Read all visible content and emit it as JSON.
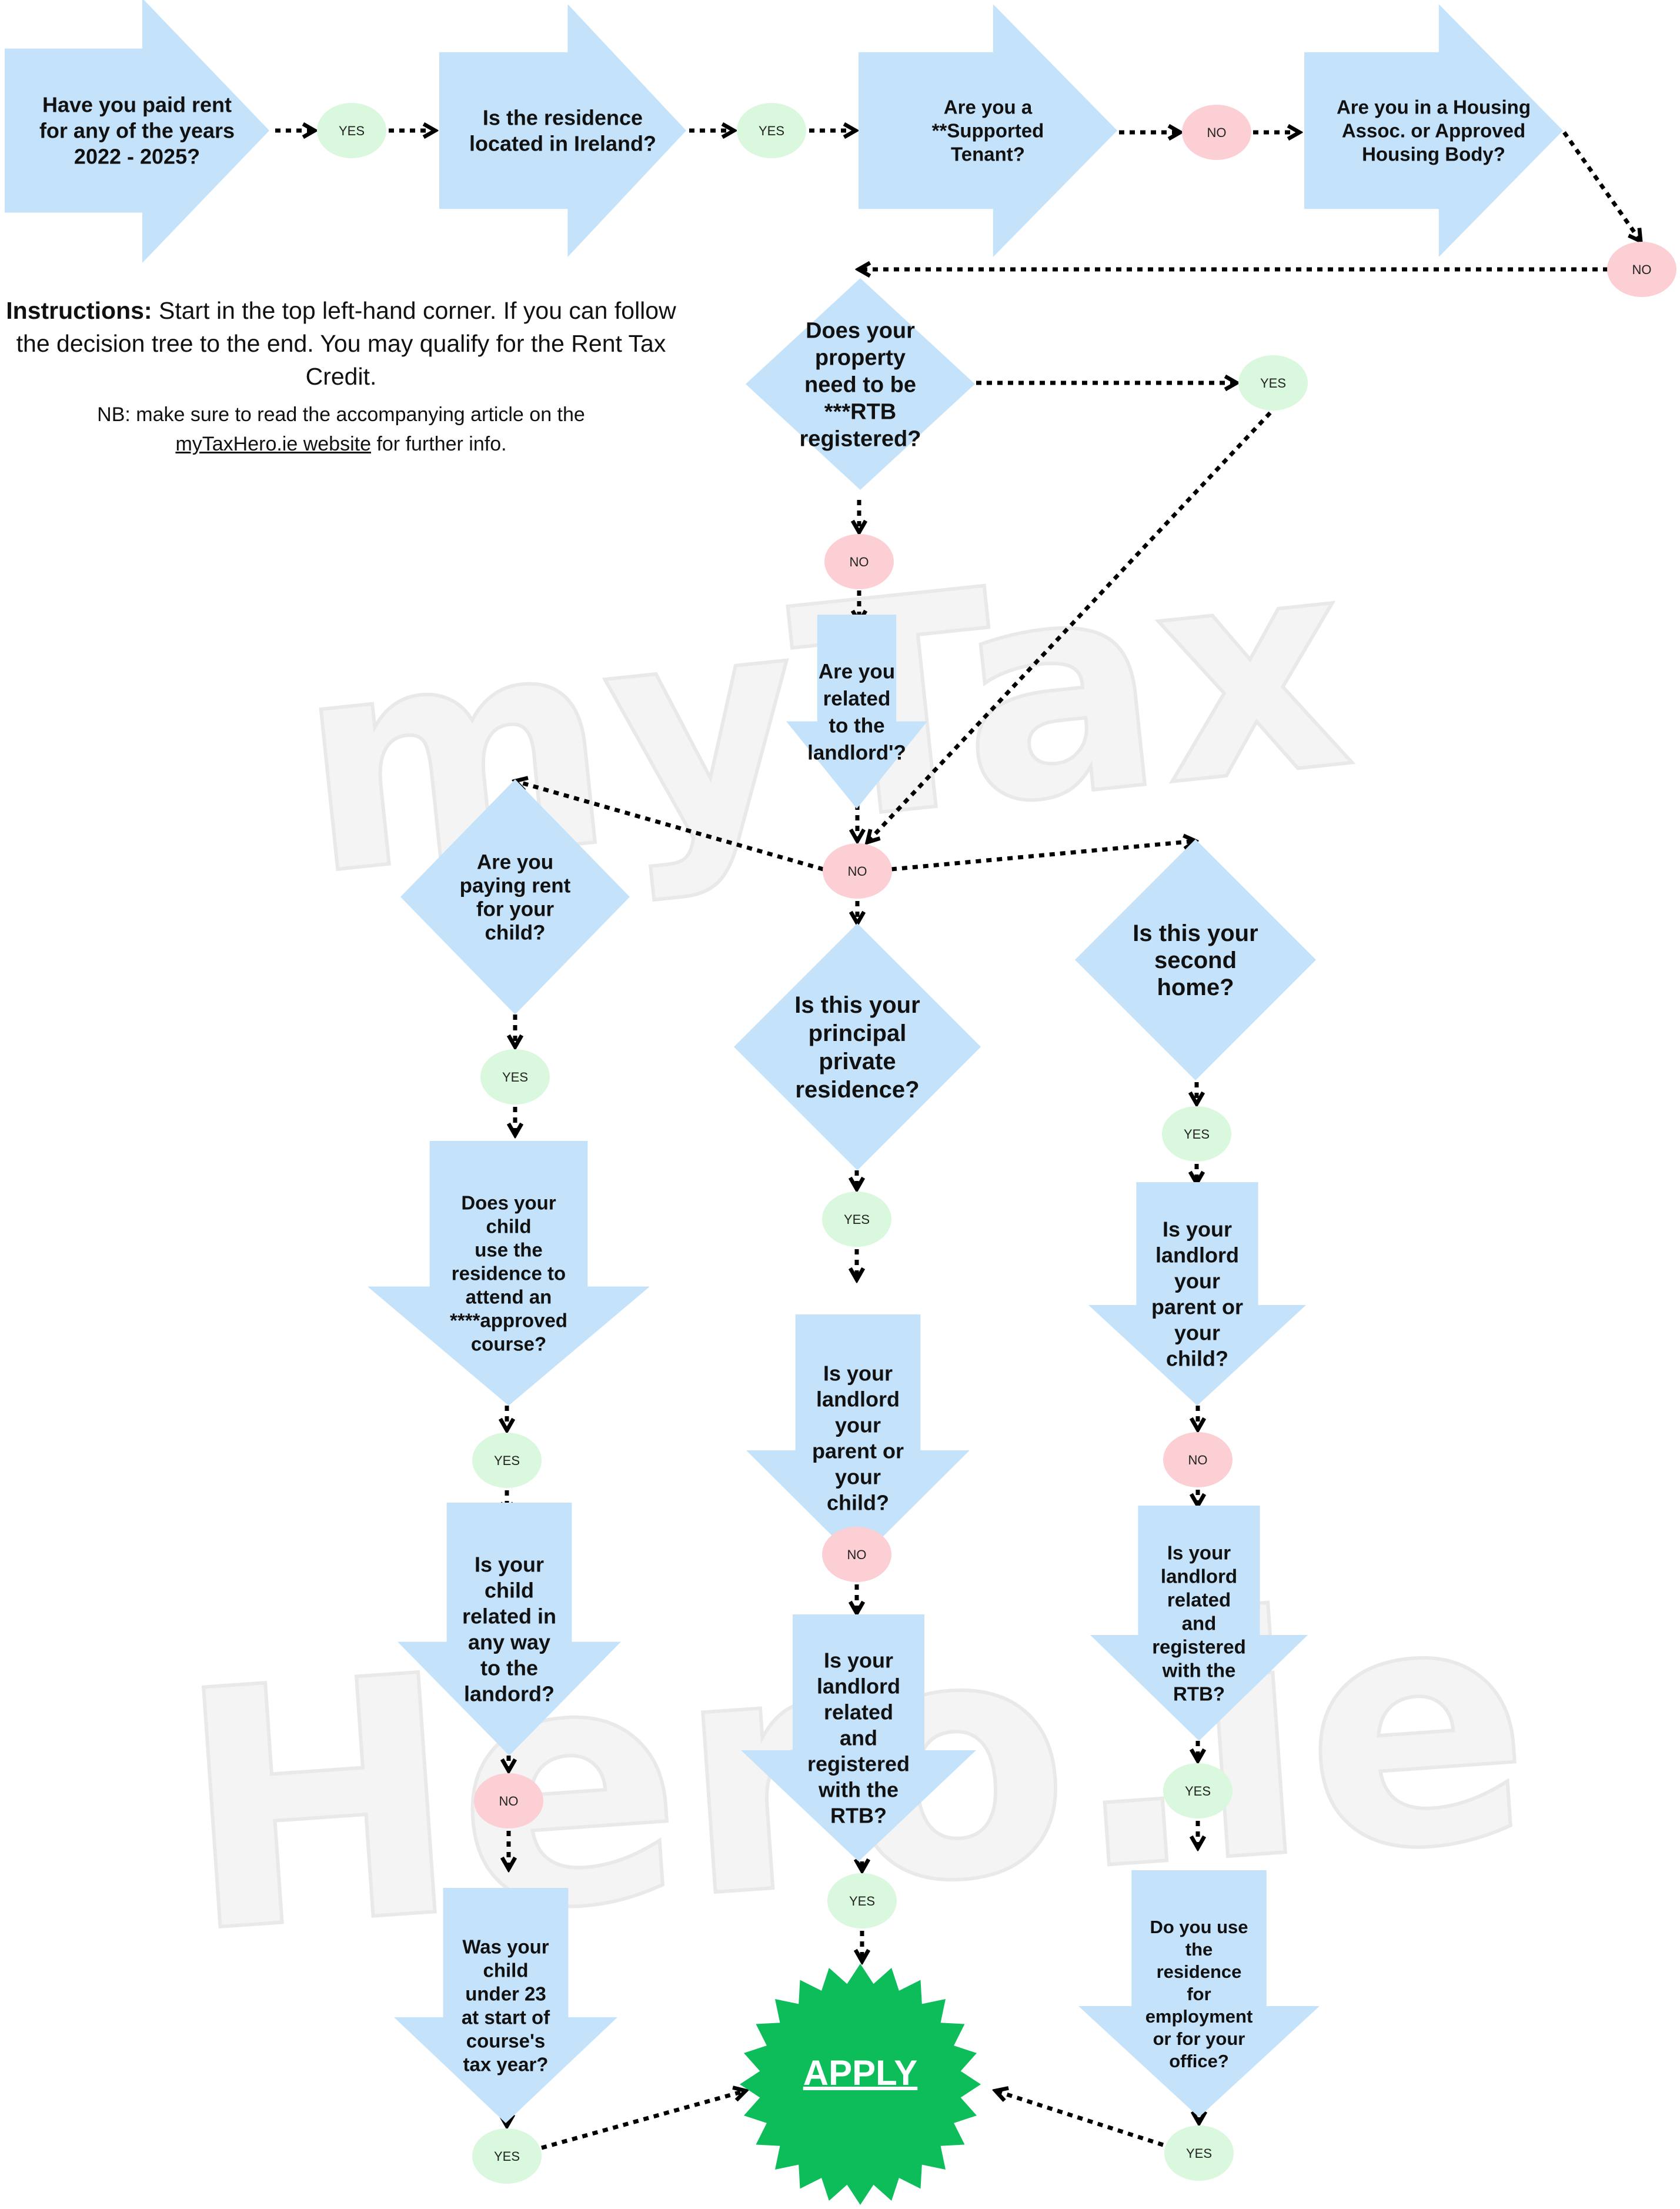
{
  "instructions": {
    "label": "Instructions:",
    "text": "Start in the top left-hand corner. If you can follow the decision tree to the end. You may qualify for the Rent Tax Credit.",
    "nb_prefix": "NB: make sure to read the accompanying article on the",
    "nb_link": "myTaxHero.ie website",
    "nb_suffix": "for further info."
  },
  "watermark": {
    "top": "myTax",
    "bottom": "Hero.ie"
  },
  "colors": {
    "shape_fill": "#c4e3fb",
    "yes_fill": "#d9f8dd",
    "no_fill": "#fbcfd4",
    "apply_fill": "#0dbd5a",
    "arrow": "#000000"
  },
  "nodes": [
    {
      "id": "q1",
      "shape": "arrow-right",
      "lines": [
        "Have you paid rent",
        "for any of the years",
        "2022 - 2025?"
      ]
    },
    {
      "id": "q2",
      "shape": "arrow-right",
      "lines": [
        "Is the residence",
        "located in Ireland?"
      ]
    },
    {
      "id": "q3",
      "shape": "arrow-right",
      "lines": [
        "Are you a",
        "**Supported",
        "Tenant?"
      ]
    },
    {
      "id": "q4",
      "shape": "arrow-right",
      "lines": [
        "Are you in a Housing",
        "Assoc. or Approved",
        "Housing Body?"
      ]
    },
    {
      "id": "q5",
      "shape": "diamond",
      "lines": [
        "Does your",
        "property",
        "need to be",
        "***RTB",
        "registered?"
      ]
    },
    {
      "id": "q6",
      "shape": "arrow-down",
      "lines": [
        "Are you",
        "related",
        "to the",
        "landlord'?"
      ]
    },
    {
      "id": "q7",
      "shape": "diamond",
      "lines": [
        "Are you",
        "paying rent",
        "for your",
        "child?"
      ]
    },
    {
      "id": "q8",
      "shape": "diamond",
      "lines": [
        "Is this your",
        "principal",
        "private",
        "residence?"
      ]
    },
    {
      "id": "q9",
      "shape": "diamond",
      "lines": [
        "Is this your",
        "second",
        "home?"
      ]
    },
    {
      "id": "q10",
      "shape": "arrow-down",
      "lines": [
        "Does your",
        "child",
        "use the",
        "residence to",
        "attend an",
        "****approved",
        "course?"
      ]
    },
    {
      "id": "q11",
      "shape": "arrow-down",
      "lines": [
        "Is your",
        "landlord",
        "your",
        "parent or",
        "your",
        "child?"
      ]
    },
    {
      "id": "q12",
      "shape": "arrow-down",
      "lines": [
        "Is your",
        "landlord",
        "your",
        "parent or",
        "your",
        "child?"
      ]
    },
    {
      "id": "q13",
      "shape": "arrow-down",
      "lines": [
        "Is your",
        "child",
        "related in",
        "any way",
        "to the",
        "landord?"
      ]
    },
    {
      "id": "q14",
      "shape": "arrow-down",
      "lines": [
        "Is your",
        "landlord",
        "related",
        "and",
        "registered",
        "with the",
        "RTB?"
      ]
    },
    {
      "id": "q15",
      "shape": "arrow-down",
      "lines": [
        "Is your",
        "landlord",
        "related",
        "and",
        "registered",
        "with the",
        "RTB?"
      ]
    },
    {
      "id": "q16",
      "shape": "arrow-down",
      "lines": [
        "Was your",
        "child",
        "under 23",
        "at start of",
        "course's",
        "tax year?"
      ]
    },
    {
      "id": "q17",
      "shape": "arrow-down",
      "lines": [
        "Do you use",
        "the",
        "residence",
        "for",
        "employment",
        "or for your",
        "office?"
      ]
    },
    {
      "id": "apply",
      "shape": "starburst",
      "lines": [
        "APPLY"
      ]
    }
  ],
  "answers": [
    {
      "id": "a1",
      "type": "yes",
      "label": "YES"
    },
    {
      "id": "a2",
      "type": "yes",
      "label": "YES"
    },
    {
      "id": "a3",
      "type": "no",
      "label": "NO"
    },
    {
      "id": "a4",
      "type": "no",
      "label": "NO"
    },
    {
      "id": "a5",
      "type": "yes",
      "label": "YES"
    },
    {
      "id": "a6",
      "type": "no",
      "label": "NO"
    },
    {
      "id": "a7",
      "type": "no",
      "label": "NO"
    },
    {
      "id": "a8",
      "type": "yes",
      "label": "YES"
    },
    {
      "id": "a9",
      "type": "yes",
      "label": "YES"
    },
    {
      "id": "a10",
      "type": "yes",
      "label": "YES"
    },
    {
      "id": "a11",
      "type": "yes",
      "label": "YES"
    },
    {
      "id": "a12",
      "type": "no",
      "label": "NO"
    },
    {
      "id": "a13",
      "type": "no",
      "label": "NO"
    },
    {
      "id": "a14",
      "type": "no",
      "label": "NO"
    },
    {
      "id": "a15",
      "type": "yes",
      "label": "YES"
    },
    {
      "id": "a16",
      "type": "yes",
      "label": "YES"
    },
    {
      "id": "a17",
      "type": "yes",
      "label": "YES"
    },
    {
      "id": "a18",
      "type": "yes",
      "label": "YES"
    }
  ],
  "edges": [
    {
      "from": "q1",
      "to": "a1"
    },
    {
      "from": "a1",
      "to": "q2"
    },
    {
      "from": "q2",
      "to": "a2"
    },
    {
      "from": "a2",
      "to": "q3"
    },
    {
      "from": "q3",
      "to": "a3"
    },
    {
      "from": "a3",
      "to": "q4"
    },
    {
      "from": "q4",
      "to": "a4"
    },
    {
      "from": "a4",
      "to": "q5"
    },
    {
      "from": "q5",
      "to": "a5"
    },
    {
      "from": "q5",
      "to": "a6"
    },
    {
      "from": "a6",
      "to": "q6"
    },
    {
      "from": "q6",
      "to": "a7"
    },
    {
      "from": "a5",
      "to": "a7"
    },
    {
      "from": "a7",
      "to": "q7"
    },
    {
      "from": "a7",
      "to": "q8"
    },
    {
      "from": "a7",
      "to": "q9"
    },
    {
      "from": "q7",
      "to": "a8"
    },
    {
      "from": "a8",
      "to": "q10"
    },
    {
      "from": "q8",
      "to": "a9"
    },
    {
      "from": "a9",
      "to": "q11"
    },
    {
      "from": "q9",
      "to": "a10"
    },
    {
      "from": "a10",
      "to": "q12"
    },
    {
      "from": "q10",
      "to": "a11"
    },
    {
      "from": "a11",
      "to": "q13"
    },
    {
      "from": "q11",
      "to": "a12"
    },
    {
      "from": "a12",
      "to": "q14"
    },
    {
      "from": "q12",
      "to": "a13"
    },
    {
      "from": "a13",
      "to": "q15"
    },
    {
      "from": "q13",
      "to": "a14"
    },
    {
      "from": "a14",
      "to": "q16"
    },
    {
      "from": "q14",
      "to": "a15"
    },
    {
      "from": "a15",
      "to": "apply"
    },
    {
      "from": "q15",
      "to": "a16"
    },
    {
      "from": "a16",
      "to": "q17"
    },
    {
      "from": "q16",
      "to": "a17"
    },
    {
      "from": "a17",
      "to": "apply"
    },
    {
      "from": "q17",
      "to": "a18"
    },
    {
      "from": "a18",
      "to": "apply"
    }
  ]
}
